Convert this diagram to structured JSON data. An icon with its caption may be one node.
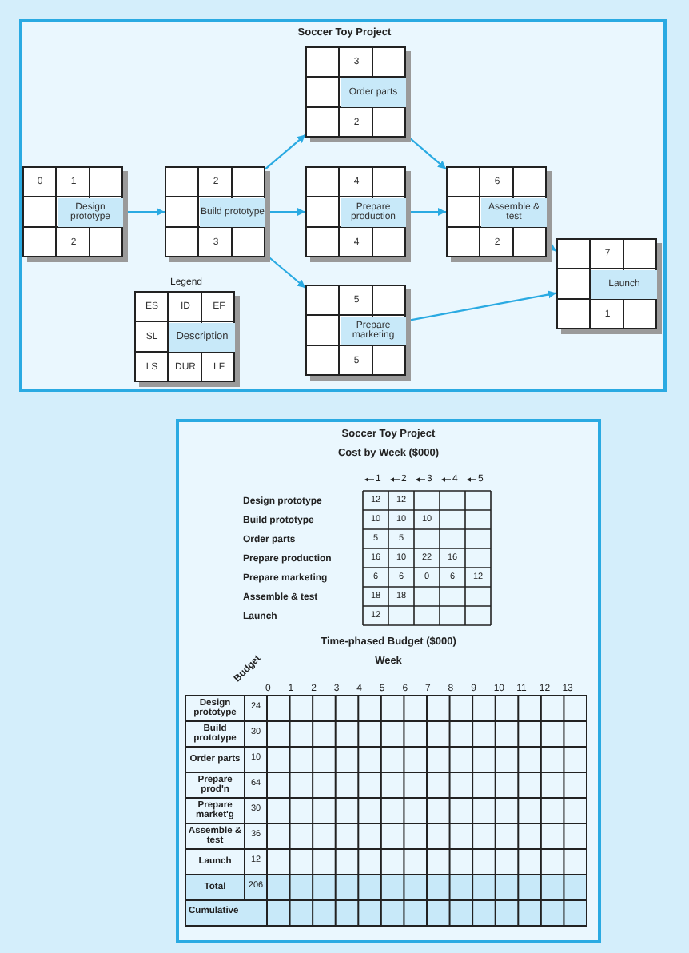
{
  "diagram": {
    "title": "Soccer Toy Project",
    "nodes": [
      {
        "text": [
          "0",
          "1",
          "Design prototype",
          "2"
        ]
      },
      {
        "text": [
          "2",
          "Build prototype",
          "3"
        ]
      },
      {
        "text": [
          "3",
          "Order parts",
          "2"
        ]
      },
      {
        "text": [
          "4",
          "Prepare production",
          "4"
        ]
      },
      {
        "text": [
          "5",
          "Prepare marketing",
          "5"
        ]
      },
      {
        "text": [
          "6",
          "Assemble & test",
          "2"
        ]
      },
      {
        "text": [
          "7",
          "Launch",
          "1"
        ]
      },
      {
        "text": [
          "Legend",
          "ES",
          "ID",
          "EF",
          "SL",
          "Description",
          "LS",
          "DUR",
          "LF"
        ]
      }
    ],
    "edges": [
      {
        "from": 0,
        "to": 1,
        "arrow": "to"
      },
      {
        "from": 1,
        "to": 2,
        "arrow": "to"
      },
      {
        "from": 1,
        "to": 3,
        "arrow": "to"
      },
      {
        "from": 1,
        "to": 4,
        "arrow": "to"
      },
      {
        "from": 2,
        "to": 5,
        "arrow": "to"
      },
      {
        "from": 3,
        "to": 5,
        "arrow": "to"
      },
      {
        "from": 5,
        "to": 6,
        "arrow": "to"
      },
      {
        "from": 4,
        "to": 6,
        "arrow": "to"
      }
    ],
    "labels": [
      "Soccer Toy Project",
      "Cost by Week ($000)",
      "1",
      "2",
      "3",
      "4",
      "5",
      "Design prototype",
      "12",
      "12",
      "Build prototype",
      "10",
      "10",
      "10",
      "Order parts",
      "5",
      "5",
      "Prepare production",
      "16",
      "10",
      "22",
      "16",
      "Prepare marketing",
      "6",
      "6",
      "0",
      "6",
      "12",
      "Assemble & test",
      "18",
      "18",
      "Launch",
      "12",
      "Time-phased Budget ($000)",
      "Week",
      "Budget",
      "0",
      "1",
      "2",
      "3",
      "4",
      "5",
      "6",
      "7",
      "8",
      "9",
      "10",
      "11",
      "12",
      "13",
      "Design prototype",
      "24",
      "Build prototype",
      "30",
      "Order parts",
      "10",
      "Prepare prod'n",
      "64",
      "Prepare market'g",
      "30",
      "Assemble & test",
      "36",
      "Launch",
      "12",
      "Total",
      "206",
      "Cumulative"
    ]
  }
}
